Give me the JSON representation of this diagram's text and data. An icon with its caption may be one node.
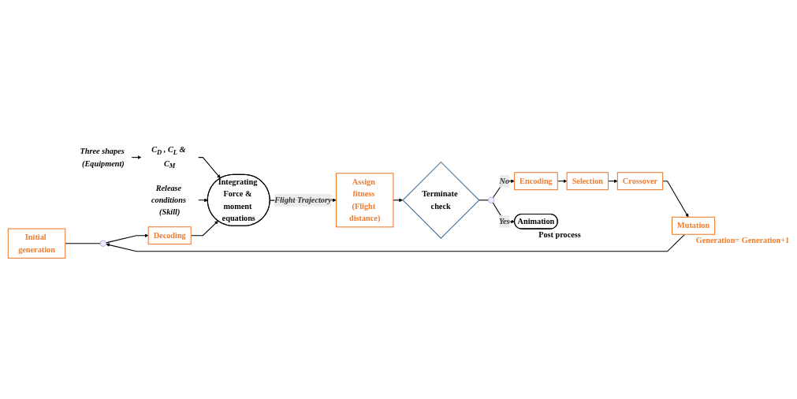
{
  "diagram": {
    "nodes": [
      {
        "text": [
          "Initial generation"
        ]
      },
      {
        "text": [],
        "shape": "circle"
      },
      {
        "text": [
          "Decoding"
        ]
      },
      {
        "text": [
          "Three shapes (Equipment)"
        ]
      },
      {
        "text": [
          "C$_{D}$ , C$_{L}$ & C$_{M}$"
        ]
      },
      {
        "text": [
          "Integrating Force & moment equations"
        ]
      },
      {
        "text": [
          "Release conditions (Skill)"
        ]
      },
      {
        "text": [
          "Assign fitness (Flight distance)"
        ]
      },
      {
        "text": [
          "Terminate check"
        ]
      },
      {
        "text": [],
        "shape": "circle"
      },
      {
        "text": [
          "Encoding"
        ]
      },
      {
        "text": [
          "Selection"
        ]
      },
      {
        "text": [
          "Crossover"
        ]
      },
      {
        "text": [
          "Mutation"
        ],
        "beside": [
          "Generation= Generation+1"
        ]
      },
      {
        "text": [
          "Animation"
        ],
        "beside": [
          "Post process"
        ]
      }
    ],
    "edges": [
      {
        "from": 0,
        "to": 1,
        "arrow": "none"
      },
      {
        "from": 1,
        "to": 2,
        "arrow": "to"
      },
      {
        "from": 3,
        "to": 4,
        "arrow": "to"
      },
      {
        "from": 4,
        "to": 5,
        "arrow": "to"
      },
      {
        "from": 6,
        "to": 5,
        "arrow": "to"
      },
      {
        "from": 2,
        "to": 5,
        "arrow": "to"
      },
      {
        "from": 5,
        "to": 7,
        "arrow": "to",
        "label": "Flight Trajectory"
      },
      {
        "from": 7,
        "to": 8,
        "arrow": "to"
      },
      {
        "from": 8,
        "to": 9,
        "arrow": "none"
      },
      {
        "from": 9,
        "to": 10,
        "arrow": "to",
        "label": "No"
      },
      {
        "from": 9,
        "to": 14,
        "arrow": "to",
        "label": "Yes"
      },
      {
        "from": 10,
        "to": 11,
        "arrow": "to"
      },
      {
        "from": 11,
        "to": 12,
        "arrow": "to"
      },
      {
        "from": 12,
        "to": 13,
        "arrow": "to"
      },
      {
        "from": 13,
        "to": 1,
        "arrow": "to"
      }
    ]
  }
}
